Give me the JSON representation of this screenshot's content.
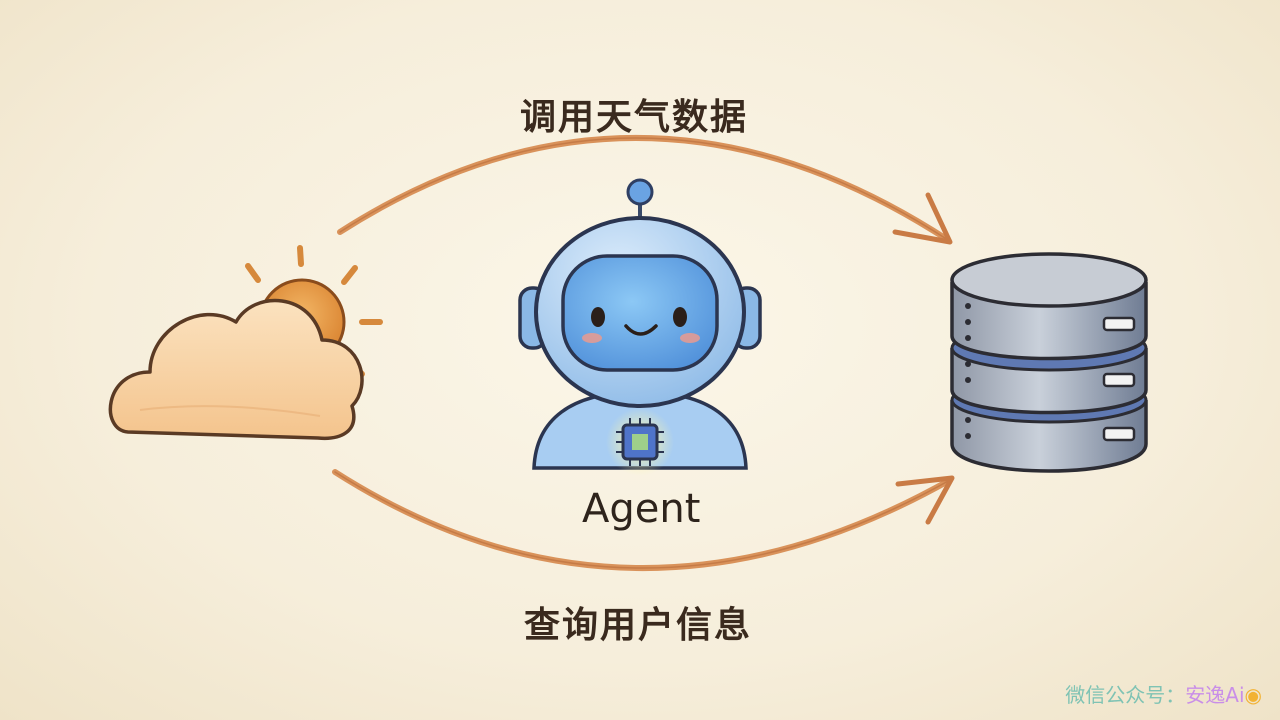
{
  "diagram": {
    "top_arrow_label": "调用天气数据",
    "bottom_arrow_label": "查询用户信息",
    "agent_label": "Agent"
  },
  "watermark": {
    "prefix": "微信公众号：",
    "name": "安逸Ai"
  },
  "colors": {
    "arrow": "#d9925a",
    "robot": "#8fc0ec",
    "cloud": "#f6cfa0",
    "sun": "#e59a4a",
    "database": "#9aa9c0"
  },
  "icons": [
    "weather-cloud-sun-icon",
    "robot-agent-icon",
    "database-icon",
    "chip-icon",
    "duck-icon"
  ]
}
